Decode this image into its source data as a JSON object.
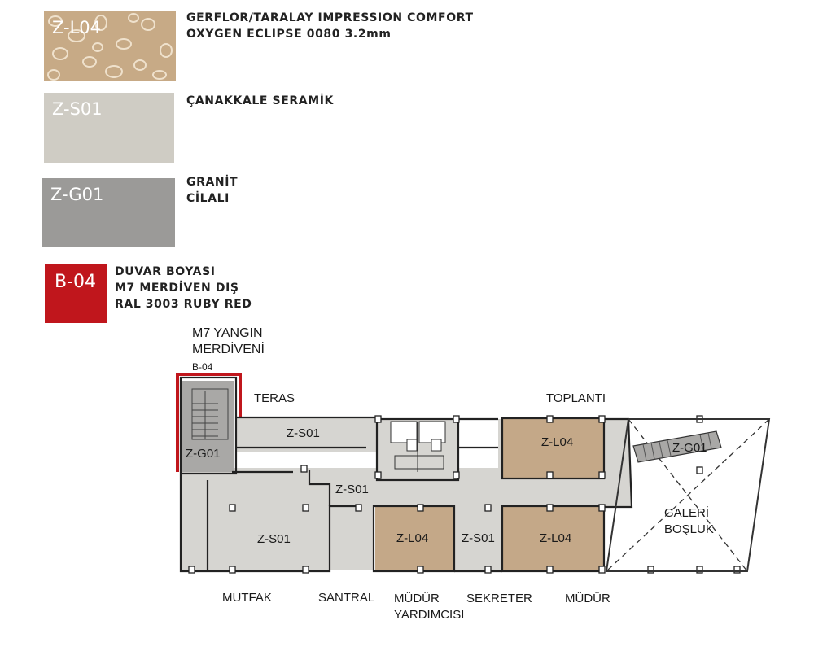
{
  "legend": {
    "items": [
      {
        "code": "Z-L04",
        "lines": [
          "GERFLOR/TARALAY IMPRESSION COMFORT",
          "OXYGEN ECLIPSE 0080  3.2mm"
        ]
      },
      {
        "code": "Z-S01",
        "lines": [
          "ÇANAKKALE SERAMİK"
        ]
      },
      {
        "code": "Z-G01",
        "lines": [
          "GRANİT",
          "CİLALI"
        ]
      },
      {
        "code": "B-04",
        "lines": [
          "DUVAR BOYASI",
          "M7 MERDİVEN DIŞ",
          "RAL 3003 RUBY RED"
        ]
      }
    ]
  },
  "colors": {
    "laminate": "#c4a888",
    "ceramic": "#d6d5d1",
    "granite": "#a9a8a6",
    "ruby": "#c0161c",
    "wall": "#222222"
  },
  "plan": {
    "stair_title": [
      "M7 YANGIN",
      "MERDİVENİ"
    ],
    "stair_code": "B-04",
    "stair_floor": "Z-G01",
    "terrace": "TERAS",
    "terrace_floor": "Z-S01",
    "corridor_floor": "Z-S01",
    "kitchen_floor": "Z-S01",
    "meeting": "TOPLANTI",
    "meeting_floor": "Z-L04",
    "deputy_floor": "Z-L04",
    "secretary_floor": "Z-S01",
    "director_floor": "Z-L04",
    "gallery_stair_floor": "Z-G01",
    "gallery": [
      "GALERİ",
      "BOŞLUK"
    ],
    "bottom_labels": {
      "kitchen": "MUTFAK",
      "switchboard": "SANTRAL",
      "deputy": [
        "MÜDÜR",
        "YARDIMCISI"
      ],
      "secretary": "SEKRETER",
      "director": "MÜDÜR"
    }
  }
}
